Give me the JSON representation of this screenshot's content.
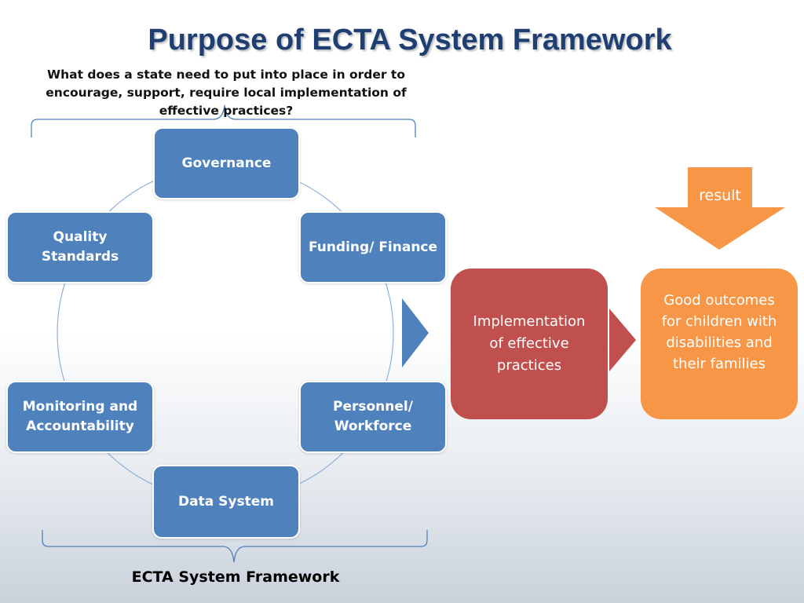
{
  "title": "Purpose of ECTA System Framework",
  "question": "What does a state need to put into place in order to encourage, support, require local implementation of effective practices?",
  "cycle": {
    "governance": "Governance",
    "funding": "Funding/ Finance",
    "personnel": "Personnel/ Workforce",
    "data_system": "Data System",
    "monitoring": "Monitoring and Accountability",
    "quality": "Quality Standards"
  },
  "implementation": "Implementation of effective practices",
  "outcomes": "Good outcomes for children with disabilities and their families",
  "result_label": "result",
  "caption": "ECTA System Framework",
  "colors": {
    "component_blue": "#4f81bd",
    "implementation_red": "#c0504d",
    "outcome_orange": "#f79646",
    "title_navy": "#1f3f73"
  }
}
